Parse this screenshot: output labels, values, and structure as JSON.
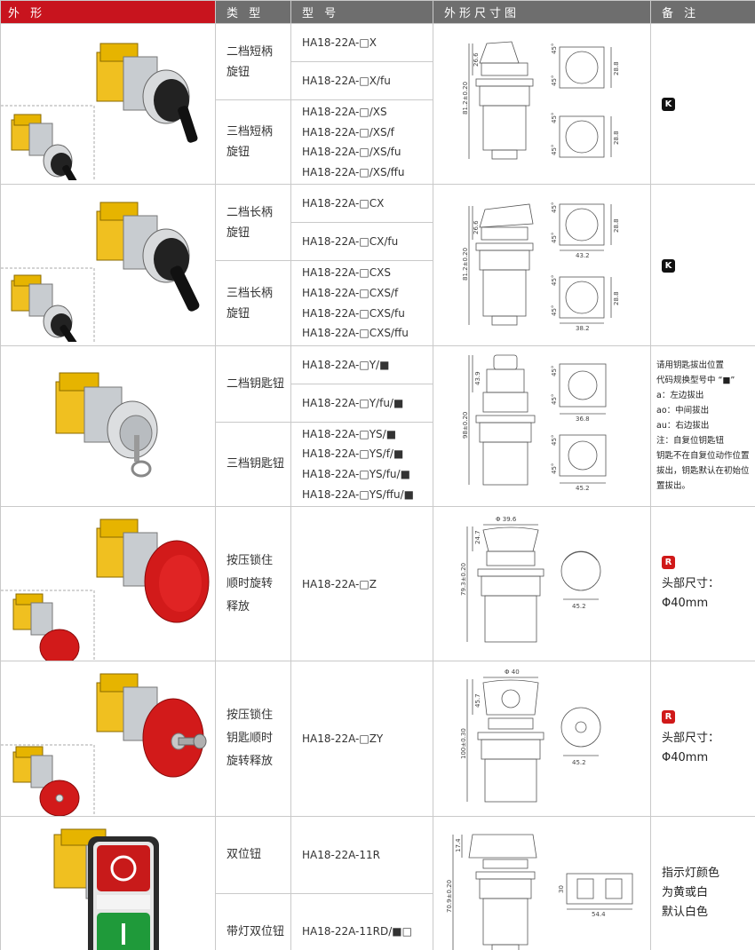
{
  "header": {
    "col1": "外 形",
    "col2": "类 型",
    "col3": "型 号",
    "col4": "外形尺寸图",
    "col5": "备 注"
  },
  "rows": [
    {
      "types": [
        "二档短柄\n旋钮",
        "三档短柄\n旋钮"
      ],
      "models": [
        "HA18-22A-□X",
        "HA18-22A-□X/fu",
        "HA18-22A-□/XS",
        "HA18-22A-□/XS/f",
        "HA18-22A-□/XS/fu",
        "HA18-22A-□/XS/ffu"
      ],
      "dims": [
        "26.6",
        "81.2±0.20",
        "45°",
        "45°",
        "28.8",
        "45°",
        "45°",
        "28.8"
      ],
      "note_badge": "K"
    },
    {
      "types": [
        "二档长柄\n旋钮",
        "三档长柄\n旋钮"
      ],
      "models": [
        "HA18-22A-□CX",
        "HA18-22A-□CX/fu",
        "HA18-22A-□CXS",
        "HA18-22A-□CXS/f",
        "HA18-22A-□CXS/fu",
        "HA18-22A-□CXS/ffu"
      ],
      "dims": [
        "26.6",
        "81.2±0.20",
        "45°",
        "45°",
        "28.8",
        "43.2",
        "45°",
        "45°",
        "28.8",
        "38.2"
      ],
      "note_badge": "K"
    },
    {
      "types": [
        "二档钥匙钮",
        "三档钥匙钮"
      ],
      "models": [
        "HA18-22A-□Y/■",
        "HA18-22A-□Y/fu/■",
        "HA18-22A-□YS/■",
        "HA18-22A-□YS/f/■",
        "HA18-22A-□YS/fu/■",
        "HA18-22A-□YS/ffu/■"
      ],
      "dims": [
        "43.9",
        "98±0.20",
        "45°",
        "45°",
        "36.8",
        "45°",
        "45°",
        "45.2"
      ],
      "note_lines": [
        "请用钥匙拔出位置",
        "代码规换型号中 “■”",
        "a：左边拔出",
        "ao：中间拔出",
        "au：右边拔出",
        "注：自复位钥匙钮",
        "钥匙不在自复位动作位置拔出，钥匙默认在初始位置拔出。"
      ]
    },
    {
      "types": [
        "按压锁住\n顺时旋转\n释放"
      ],
      "models": [
        "HA18-22A-□Z"
      ],
      "dims": [
        "Φ 39.6",
        "24.7",
        "79.3±0.20",
        "45.2"
      ],
      "note_badge": "R",
      "note_text": [
        "头部尺寸：",
        "Φ40mm"
      ]
    },
    {
      "types": [
        "按压锁住\n钥匙顺时\n旋转释放"
      ],
      "models": [
        "HA18-22A-□ZY"
      ],
      "dims": [
        "Φ 40",
        "45.7",
        "100±0.30",
        "45.2"
      ],
      "note_badge": "R",
      "note_text": [
        "头部尺寸：",
        "Φ40mm"
      ]
    },
    {
      "types": [
        "双位钮",
        "带灯双位钮"
      ],
      "models": [
        "HA18-22A-11R",
        "HA18-22A-11RD/■□"
      ],
      "dims": [
        "17.4",
        "70.9±0.20",
        "30",
        "54.4"
      ],
      "note_text": [
        "指示灯颜色",
        "为黄或白",
        "默认白色"
      ]
    }
  ],
  "colors": {
    "header_red": "#c8141e",
    "header_gray": "#6e6e6e",
    "badge_k": "#111111",
    "badge_r": "#d01919"
  }
}
